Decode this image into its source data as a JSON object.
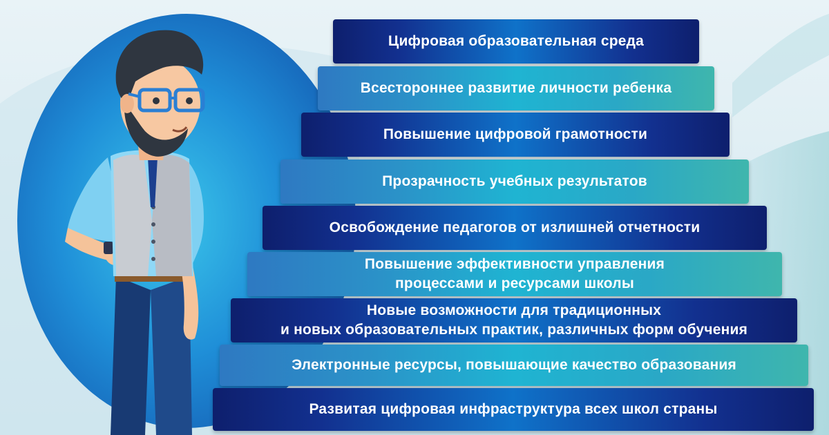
{
  "levels": [
    {
      "text": "Цифровая образовательная среда"
    },
    {
      "text": "Всестороннее развитие личности ребенка"
    },
    {
      "text": "Повышение цифровой грамотности"
    },
    {
      "text": "Прозрачность учебных результатов"
    },
    {
      "text": "Освобождение педагогов от излишней отчетности"
    },
    {
      "text": "Повышение эффективности управления\nпроцессами и ресурсами школы"
    },
    {
      "text": "Новые возможности для традиционных\nи новых образовательных практик, различных форм обучения"
    },
    {
      "text": "Электронные ресурсы, повышающие качество образования"
    },
    {
      "text": "Развитая цифровая инфраструктура всех школ страны"
    }
  ],
  "colors": {
    "dark_bar": "#0e1f6d",
    "light_bar": "#1fb4d2",
    "background": "#e9f3f7",
    "accent_circle": "#2a9fdc"
  }
}
